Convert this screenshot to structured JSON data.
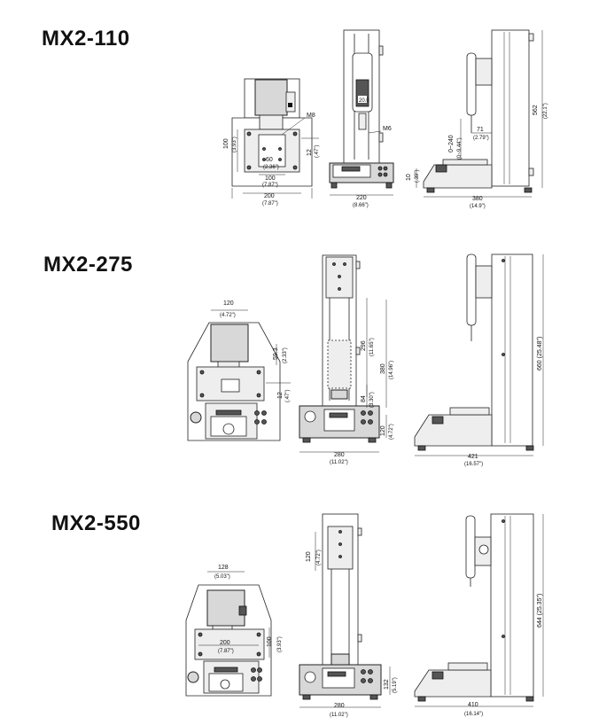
{
  "models": [
    {
      "name": "MX2-110",
      "top_view": {
        "width": "200",
        "width_in": "(7.87\")",
        "inner": "100",
        "inner_in": "(7.87\")",
        "hole": "60",
        "hole_in": "(2.36\")",
        "height": "100",
        "height_in": "(3.93\")",
        "offset": "12",
        "offset_in": "(.47\")",
        "thread": "M8"
      },
      "front_view": {
        "width": "220",
        "width_in": "(8.66\")",
        "thread": "M6",
        "display": "20.0"
      },
      "side_view": {
        "depth": "380",
        "depth_in": "(14.9\")",
        "height": "562",
        "height_in": "(22.1\")",
        "stroke": "0~240",
        "stroke_in": "(0~9.44\")",
        "arm": "71",
        "arm_in": "(2.79\")",
        "base": "10",
        "base_in": "(.39\")"
      }
    },
    {
      "name": "MX2-275",
      "top_view": {
        "width": "120",
        "width_in": "(4.72\")",
        "slot": "59.3",
        "slot_in": "(2.33\")",
        "offset": "12",
        "offset_in": "(.47\")"
      },
      "front_view": {
        "width": "280",
        "width_in": "(11.02\")",
        "s1": "296",
        "s1_in": "(11.65\")",
        "s2": "380",
        "s2_in": "(14.96\")",
        "s3": "84",
        "s3_in": "(3.30\")",
        "base": "120",
        "base_in": "(4.72\")"
      },
      "side_view": {
        "depth": "421",
        "depth_in": "(16.57\")",
        "height": "660 (25.48\")"
      }
    },
    {
      "name": "MX2-550",
      "top_view": {
        "width": "128",
        "width_in": "(5.03\")",
        "inner": "200",
        "inner_in": "(7.87\")",
        "height": "100",
        "height_in": "(3.93\")"
      },
      "front_view": {
        "width": "280",
        "width_in": "(11.02\")",
        "top": "120",
        "top_in": "(4.72\")",
        "base": "132",
        "base_in": "(5.19\")"
      },
      "side_view": {
        "depth": "410",
        "depth_in": "(16.14\")",
        "height": "644 (25.35\")"
      }
    }
  ]
}
